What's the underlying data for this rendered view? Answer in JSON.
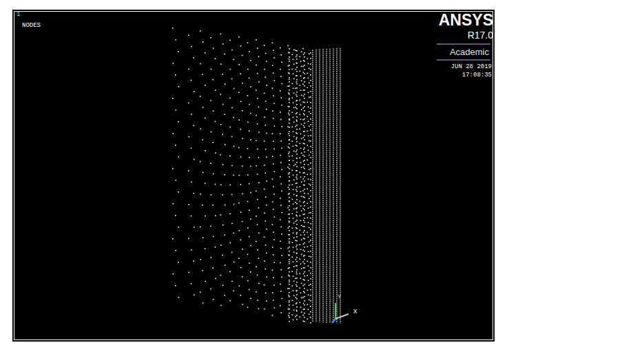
{
  "diagram": {
    "labels": [
      "1",
      "NODES",
      "ANSYS",
      "R17.0",
      "Academic",
      "JUN 28 2019",
      "17:08:35",
      "Y",
      "X"
    ]
  }
}
